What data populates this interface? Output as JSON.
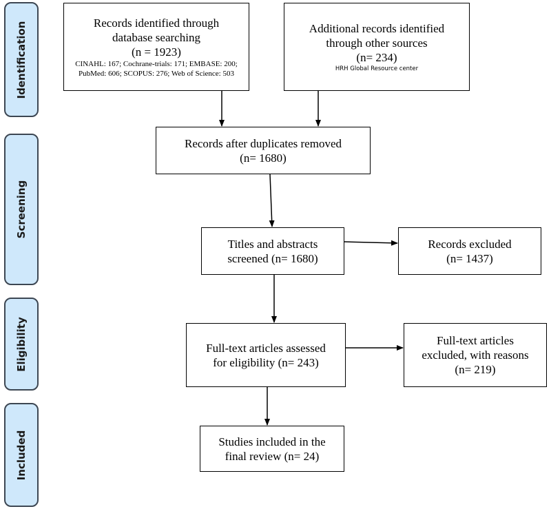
{
  "phases": {
    "identification": "Identification",
    "screening": "Screening",
    "eligibility": "Eligibility",
    "included": "Included"
  },
  "boxes": {
    "database": {
      "line1": "Records identified through",
      "line2": "database searching",
      "count": "(n = 1923)",
      "detail": "CINAHL: 167; Cochrane-trials: 171; EMBASE: 200; PubMed: 606; SCOPUS: 276; Web of Science: 503"
    },
    "other": {
      "line1": "Additional records identified",
      "line2": "through other sources",
      "count": "(n= 234)",
      "detail": "HRH Global Resource center"
    },
    "duplicates": {
      "line1": "Records after duplicates removed",
      "line2": "(n= 1680)"
    },
    "screened": {
      "line1": "Titles and abstracts",
      "line2": "screened (n= 1680)"
    },
    "excluded_records": {
      "line1": "Records excluded",
      "line2": "(n= 1437)"
    },
    "fulltext": {
      "line1": "Full-text articles assessed",
      "line2": "for eligibility (n= 243)"
    },
    "excluded_fulltext": {
      "line1": "Full-text articles",
      "line2": "excluded, with reasons",
      "line3": "(n= 219)"
    },
    "included": {
      "line1": "Studies included in the",
      "line2": "final review (n= 24)"
    }
  }
}
